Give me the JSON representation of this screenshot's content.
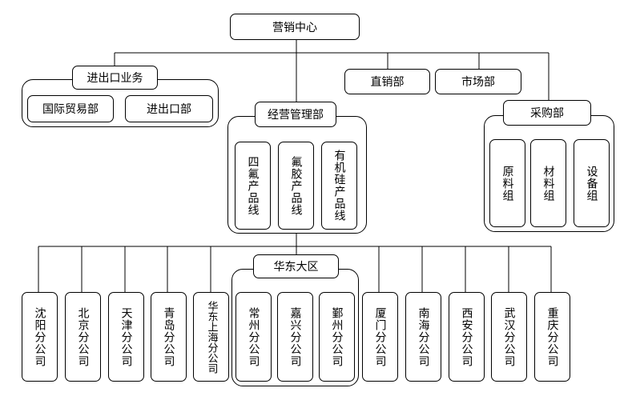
{
  "top": "营销中心",
  "import_export": {
    "title": "进出口业务",
    "children": [
      "国际贸易部",
      "进出口部"
    ]
  },
  "direct_sales": "直销部",
  "market": "市场部",
  "management": {
    "title": "经营管理部",
    "children": [
      "四氟产品线",
      "氟胶产品线",
      "有机硅产品线"
    ]
  },
  "purchasing": {
    "title": "采购部",
    "children": [
      "原料组",
      "材料组",
      "设备组"
    ]
  },
  "east_china": "华东大区",
  "branches": [
    "沈阳分公司",
    "北京分公司",
    "天津分公司",
    "青岛分公司",
    "华东上海分公司",
    "常州分公司",
    "嘉兴分公司",
    "鄞州分公司",
    "厦门分公司",
    "南海分公司",
    "西安分公司",
    "武汉分公司",
    "重庆分公司"
  ]
}
